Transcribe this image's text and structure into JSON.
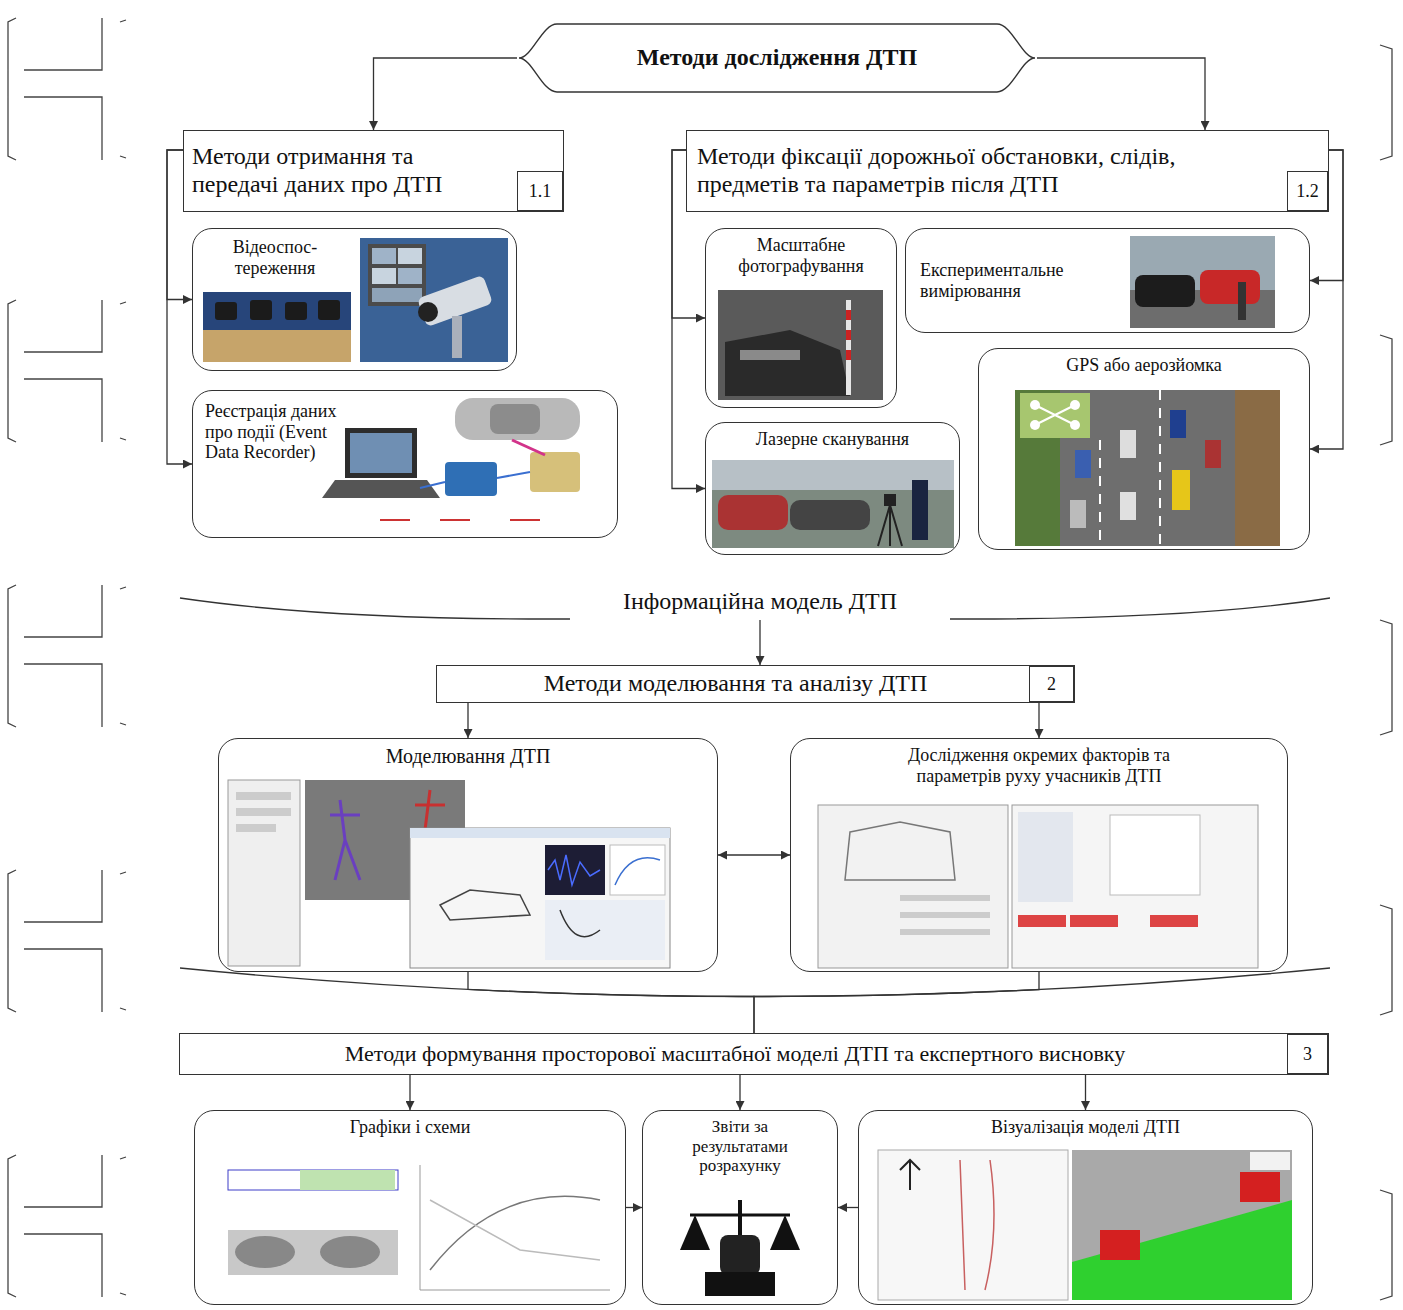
{
  "diagram": {
    "nodes": [
      {
        "text": [
          "Методи дослідження ДТП"
        ]
      },
      {
        "text": [
          "Методи отримання та передачі даних про ДТП"
        ]
      },
      {
        "text": [
          "1.1"
        ],
        "in": 1
      },
      {
        "text": [
          "Методи фіксації дорожньої обстановки, слідів, предметів та параметрів після ДТП"
        ]
      },
      {
        "text": [
          "1.2"
        ],
        "in": 3
      },
      {
        "text": [
          "Відеоспос- тереження"
        ]
      },
      {
        "text": [
          "Реєстрація даних про події (Event Data Recorder)"
        ]
      },
      {
        "text": [
          "Масштабне фотографування"
        ]
      },
      {
        "text": [
          "Експериментальне вимірювання"
        ]
      },
      {
        "text": [
          "Лазерне сканування"
        ]
      },
      {
        "text": [
          "GPS або аерозйомка"
        ]
      },
      {
        "text": [
          "Інформаційна модель ДТП"
        ]
      },
      {
        "text": [
          "Методи моделювання та аналізу ДТП"
        ]
      },
      {
        "text": [
          "2"
        ],
        "in": 12
      },
      {
        "text": [
          "Моделювання ДТП"
        ]
      },
      {
        "text": [
          "Дослідження окремих факторів та параметрів руху учасників ДТП"
        ]
      },
      {
        "text": [
          "Методи формування просторової масштабної моделі ДТП та експертного висновку"
        ]
      },
      {
        "text": [
          "3"
        ],
        "in": 16
      },
      {
        "text": [
          "Графіки і схеми"
        ]
      },
      {
        "text": [
          "Звіти за результатами розрахунку"
        ]
      },
      {
        "text": [
          "Візуалізація моделі ДТП"
        ]
      }
    ],
    "edges": [
      {
        "from": 0,
        "to": 1,
        "arrow": "to"
      },
      {
        "from": 0,
        "to": 3,
        "arrow": "to"
      },
      {
        "from": 1,
        "to": 5,
        "arrow": "to"
      },
      {
        "from": 1,
        "to": 6,
        "arrow": "to"
      },
      {
        "from": 3,
        "to": 7,
        "arrow": "to"
      },
      {
        "from": 3,
        "to": 8,
        "arrow": "to"
      },
      {
        "from": 3,
        "to": 9,
        "arrow": "to"
      },
      {
        "from": 3,
        "to": 10,
        "arrow": "to"
      },
      {
        "from": 11,
        "to": 12,
        "arrow": "to"
      },
      {
        "from": 12,
        "to": 14,
        "arrow": "to"
      },
      {
        "from": 12,
        "to": 15,
        "arrow": "to"
      },
      {
        "from": 14,
        "to": 15,
        "arrow": "both"
      },
      {
        "from": 14,
        "to": 16,
        "arrow": "none"
      },
      {
        "from": 15,
        "to": 16,
        "arrow": "none"
      },
      {
        "from": 16,
        "to": 18,
        "arrow": "to"
      },
      {
        "from": 16,
        "to": 19,
        "arrow": "to"
      },
      {
        "from": 16,
        "to": 20,
        "arrow": "to"
      },
      {
        "from": 18,
        "to": 19,
        "arrow": "to"
      },
      {
        "from": 20,
        "to": 19,
        "arrow": "to"
      }
    ]
  }
}
